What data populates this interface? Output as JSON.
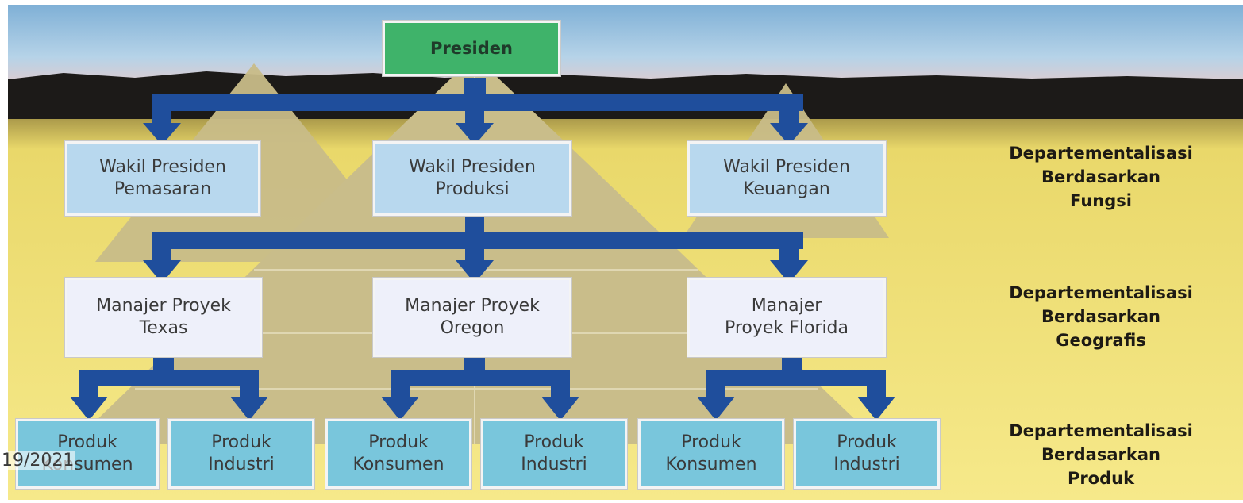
{
  "diagram": {
    "top": {
      "label": "Presiden"
    },
    "level1": [
      {
        "label": "Wakil Presiden\nPemasaran"
      },
      {
        "label": "Wakil Presiden\nProduksi"
      },
      {
        "label": "Wakil Presiden\nKeuangan"
      }
    ],
    "level2": [
      {
        "label": "Manajer Proyek\nTexas"
      },
      {
        "label": "Manajer Proyek\nOregon"
      },
      {
        "label": "Manajer\nProyek Florida"
      }
    ],
    "level3": [
      {
        "label": "Produk\nKonsumen"
      },
      {
        "label": "Produk\nIndustri"
      },
      {
        "label": "Produk\nKonsumen"
      },
      {
        "label": "Produk\nIndustri"
      },
      {
        "label": "Produk\nKonsumen"
      },
      {
        "label": "Produk\nIndustri"
      }
    ],
    "side_labels": [
      "Departementalisasi\nBerdasarkan\nFungsi",
      "Departementalisasi\nBerdasarkan\nGeografis",
      "Departementalisasi\nBerdasarkan\nProduk"
    ]
  },
  "footer": {
    "date": "19/2021"
  },
  "colors": {
    "arrow": "#1f4e9c",
    "top_box": "#3fb36a",
    "level1_box": "#b8d8ee",
    "level2_box": "#eef0fa",
    "level3_box": "#79c6dc",
    "sky": "#8fb8d8",
    "ground": "#f2e06a",
    "pyramid": "#c9bd8a",
    "mountains": "#1c1a18"
  }
}
